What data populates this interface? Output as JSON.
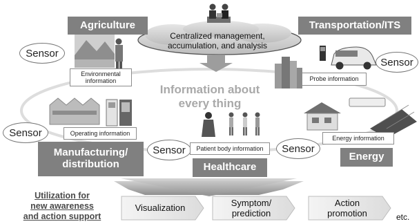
{
  "center": {
    "line1": "Information about",
    "line2": "every thing"
  },
  "cloud": {
    "line1": "Centralized management,",
    "line2": "accumulation, and analysis"
  },
  "domains": {
    "agriculture": "Agriculture",
    "transportation": "Transportation/ITS",
    "manufacturing_line1": "Manufacturing/",
    "manufacturing_line2": "distribution",
    "healthcare": "Healthcare",
    "energy": "Energy"
  },
  "info_boxes": {
    "environmental_line1": "Environmental",
    "environmental_line2": "information",
    "probe": "Probe information",
    "operating": "Operating information",
    "patient": "Patient body information",
    "energy": "Energy information"
  },
  "sensor_label": "Sensor",
  "utilization": {
    "line1": "Utilization for",
    "line2": "new awareness",
    "line3": "and action support"
  },
  "steps": {
    "visualization": "Visualization",
    "symptom_line1": "Symptom/",
    "symptom_line2": "prediction",
    "action_line1": "Action",
    "action_line2": "promotion"
  },
  "etc": "etc.",
  "colors": {
    "dark_box": "#808080",
    "arrow": "#9a9a9a",
    "center_text": "#a9a9a9",
    "cloud_fill": "#d4d4d4"
  }
}
